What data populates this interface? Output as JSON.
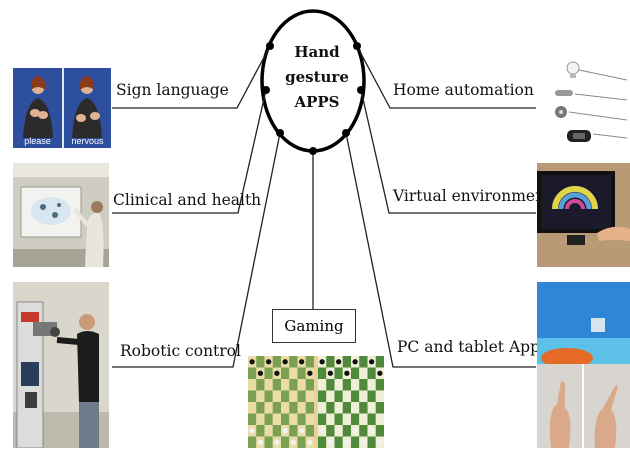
{
  "hub": {
    "line1": "Hand",
    "line2": "gesture",
    "line3": "APPS"
  },
  "labels": {
    "sign_language": "Sign language",
    "clinical": "Clinical and health",
    "robotic": "Robotic control",
    "gaming": "Gaming",
    "home": "Home automation",
    "virtual": "Virtual environment",
    "pc_tablet": "PC and tablet App"
  },
  "sign_captions": {
    "left": "please",
    "right": "nervous"
  },
  "icons": {
    "sign": "sign-language-photo",
    "clinical": "clinical-photo",
    "robotic": "robotic-photo",
    "gaming": "chess-game-photo",
    "home": "home-devices-photo",
    "virtual": "virtual-environment-photo",
    "pc": "pc-tablet-photo"
  }
}
